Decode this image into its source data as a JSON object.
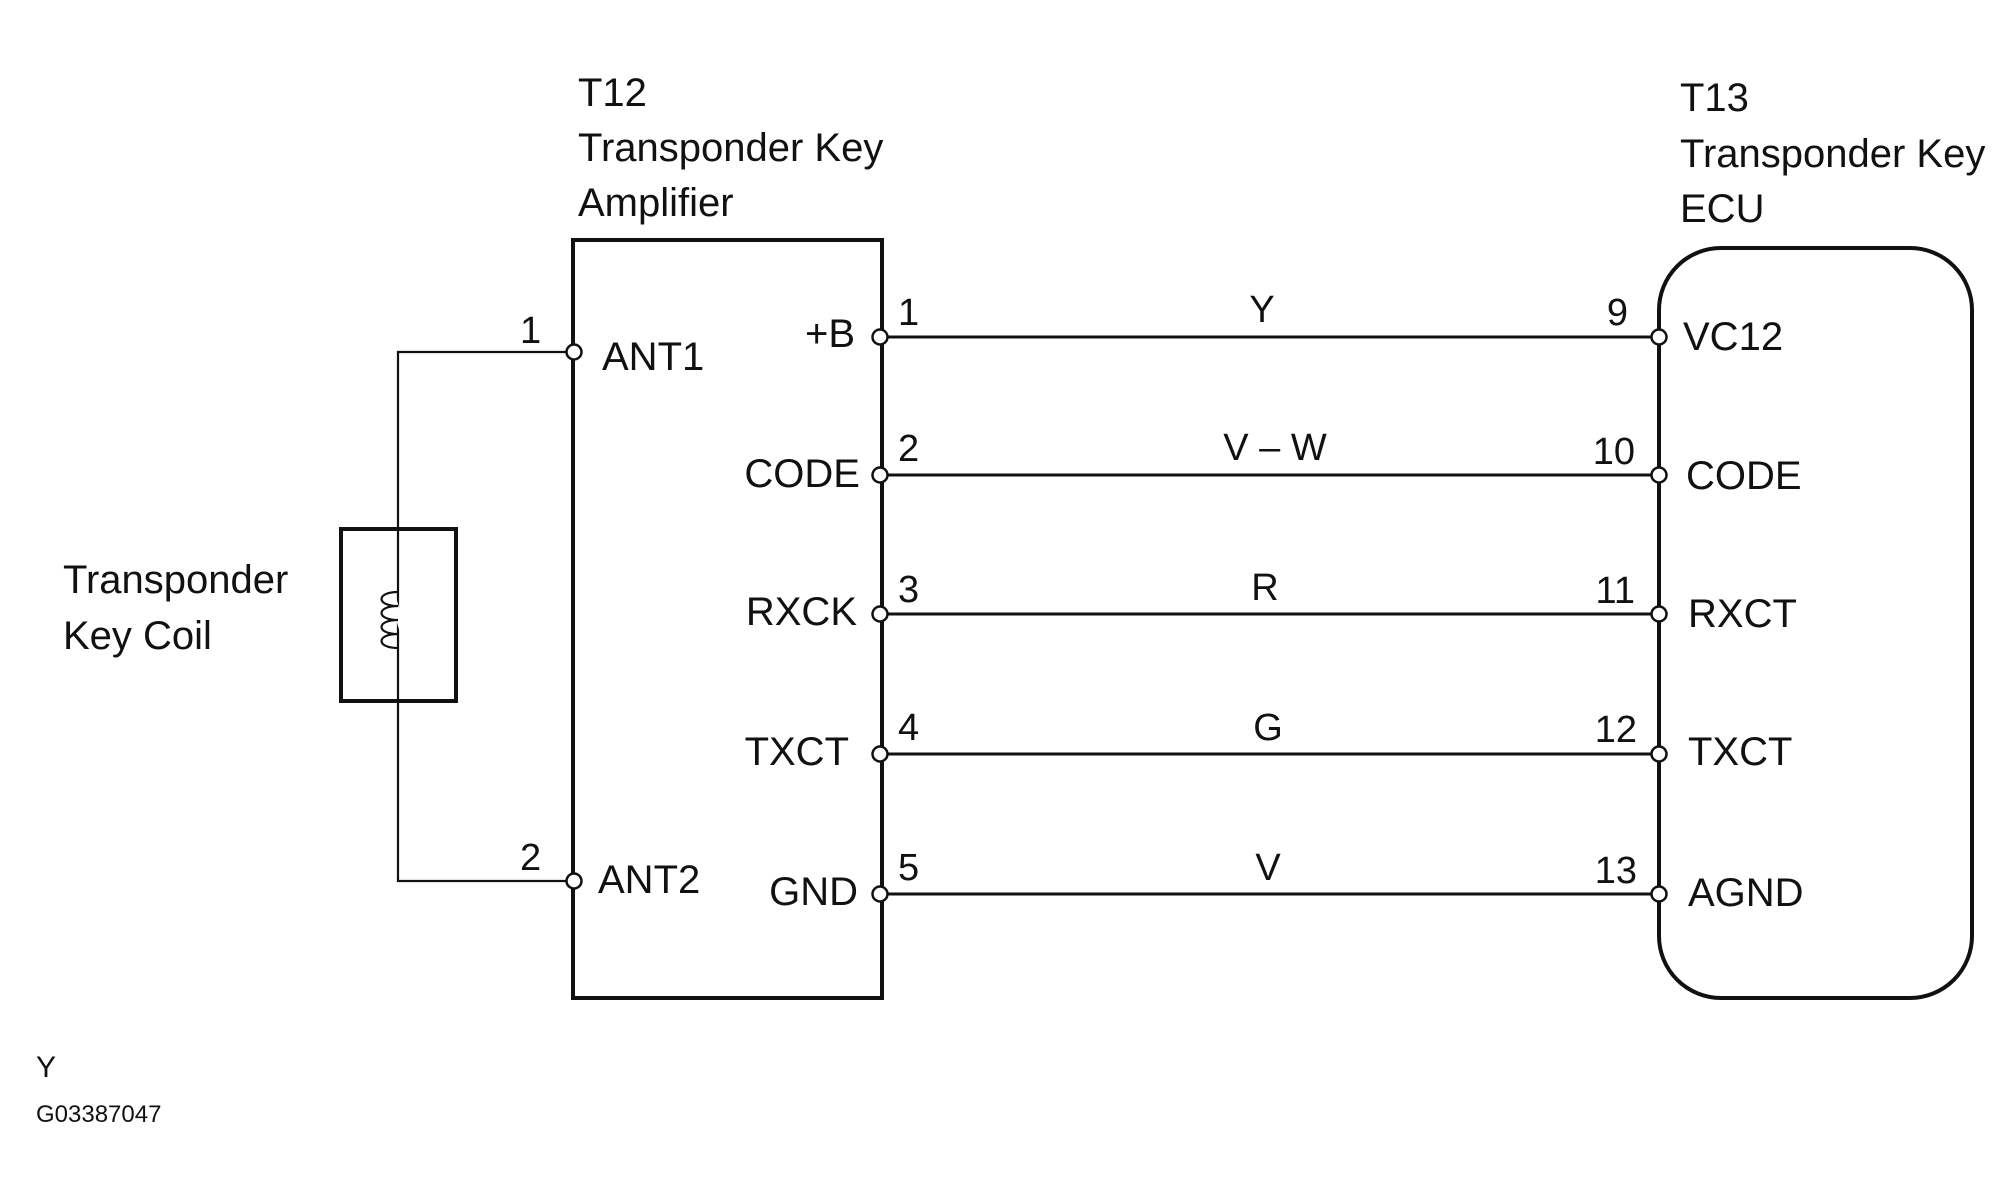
{
  "amplifier": {
    "id": "T12",
    "name_line1": "Transponder Key",
    "name_line2": "Amplifier",
    "pins_left": [
      {
        "num": "1",
        "name": "ANT1"
      },
      {
        "num": "2",
        "name": "ANT2"
      }
    ],
    "pins_right": [
      {
        "num": "1",
        "name": "+B"
      },
      {
        "num": "2",
        "name": "CODE"
      },
      {
        "num": "3",
        "name": "RXCK"
      },
      {
        "num": "4",
        "name": "TXCT"
      },
      {
        "num": "5",
        "name": "GND"
      }
    ]
  },
  "ecu": {
    "id": "T13",
    "name_line1": "Transponder Key",
    "name_line2": "ECU",
    "pins": [
      {
        "num": "9",
        "name": "VC12"
      },
      {
        "num": "10",
        "name": "CODE"
      },
      {
        "num": "11",
        "name": "RXCT"
      },
      {
        "num": "12",
        "name": "TXCT"
      },
      {
        "num": "13",
        "name": "AGND"
      }
    ]
  },
  "coil": {
    "label_line1": "Transponder",
    "label_line2": "Key Coil"
  },
  "wires": [
    {
      "color": "Y"
    },
    {
      "color": "V – W"
    },
    {
      "color": "R"
    },
    {
      "color": "G"
    },
    {
      "color": "V"
    }
  ],
  "footer": {
    "code_letter": "Y",
    "figure_id": "G03387047"
  }
}
